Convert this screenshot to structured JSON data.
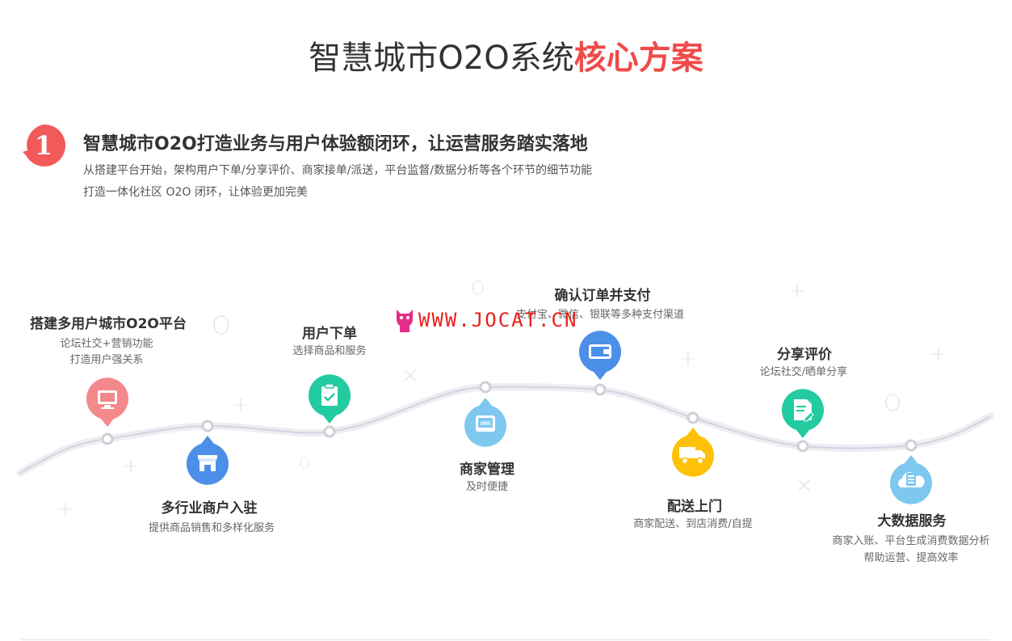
{
  "header": {
    "title_main": "智慧城市O2O系统",
    "title_highlight": "核心方案"
  },
  "section": {
    "number": "1",
    "heading": "智慧城市O2O打造业务与用户体验额闭环，让运营服务踏实落地",
    "line1": "从搭建平台开始，架构用户下单/分享评价、商家接单/派送，平台监督/数据分析等各个环节的细节功能",
    "line2": "打造一体化社区 O2O 闭环，让体验更加完美"
  },
  "watermark": {
    "text": "WWW.JOCAT.CN",
    "logo": "cat-logo-icon"
  },
  "steps": [
    {
      "id": "platform",
      "title": "搭建多用户城市O2O平台",
      "desc": [
        "论坛社交+营销功能",
        "打造用户强关系"
      ],
      "icon": "monitor-icon",
      "color": "#f4898b"
    },
    {
      "id": "merchant",
      "title": "多行业商户入驻",
      "desc": [
        "提供商品销售和多样化服务"
      ],
      "icon": "store-icon",
      "color": "#4b8fe8"
    },
    {
      "id": "order",
      "title": "用户下单",
      "desc": [
        "选择商品和服务"
      ],
      "icon": "clipboard-check-icon",
      "color": "#22cba0"
    },
    {
      "id": "manage",
      "title": "商家管理",
      "desc": [
        "及时便捷"
      ],
      "icon": "box-icon",
      "color": "#7ec8ef"
    },
    {
      "id": "pay",
      "title": "确认订单并支付",
      "desc": [
        "支付宝、微信、银联等多种支付渠道"
      ],
      "icon": "wallet-icon",
      "color": "#4b8fe8"
    },
    {
      "id": "delivery",
      "title": "配送上门",
      "desc": [
        "商家配送、到店消费/自提"
      ],
      "icon": "truck-icon",
      "color": "#ffc107"
    },
    {
      "id": "review",
      "title": "分享评价",
      "desc": [
        "论坛社交/晒单分享"
      ],
      "icon": "document-edit-icon",
      "color": "#22cba0"
    },
    {
      "id": "bigdata",
      "title": "大数据服务",
      "desc": [
        "商家入账、平台生成消费数据分析",
        "帮助运营、提高效率"
      ],
      "icon": "database-cloud-icon",
      "color": "#7ec8ef"
    }
  ]
}
